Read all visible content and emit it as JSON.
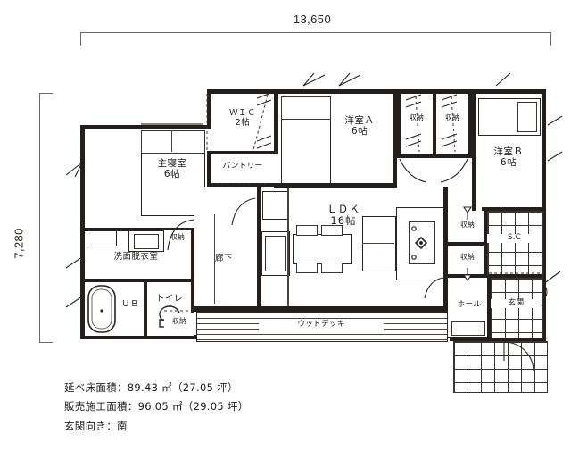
{
  "plan": {
    "dimensions": {
      "width_label": "13,650",
      "height_label": "7,280"
    },
    "rooms": [
      {
        "key": "master_bedroom",
        "label": "主寝室\n6帖"
      },
      {
        "key": "wic",
        "label": "ＷＩＣ\n2帖"
      },
      {
        "key": "pantry",
        "label": "パントリー"
      },
      {
        "key": "western_room_a",
        "label": "洋室Ａ\n6帖"
      },
      {
        "key": "western_room_b",
        "label": "洋室Ｂ\n6帖"
      },
      {
        "key": "ldk",
        "label": "ＬＤＫ\n16帖"
      },
      {
        "key": "washroom",
        "label": "洗面脱衣室"
      },
      {
        "key": "unit_bath",
        "label": "ＵＢ"
      },
      {
        "key": "toilet",
        "label": "トイレ"
      },
      {
        "key": "corridor",
        "label": "廊下"
      },
      {
        "key": "hall",
        "label": "ホール"
      },
      {
        "key": "entrance",
        "label": "玄関"
      },
      {
        "key": "shoe_closet",
        "label": "S.C"
      },
      {
        "key": "wood_deck",
        "label": "ウッドデッキ"
      },
      {
        "key": "closet_washroom",
        "label": "収納"
      },
      {
        "key": "closet_corridor",
        "label": "収納"
      },
      {
        "key": "closet_a1",
        "label": "収納"
      },
      {
        "key": "closet_a2",
        "label": "収納"
      },
      {
        "key": "closet_hall1",
        "label": "収納"
      },
      {
        "key": "closet_hall2",
        "label": "収納"
      }
    ]
  },
  "notes": {
    "floor_area": "延べ床面積：89.43 ㎡（27.05 坪）",
    "sales_area": "販売施工面積：96.05 ㎡（29.05 坪）",
    "entrance_direction": "玄関向き：南"
  }
}
